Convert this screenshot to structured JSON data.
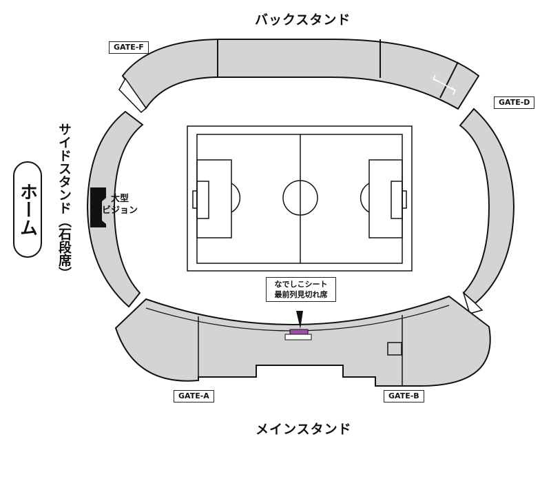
{
  "stands": {
    "back": "バックスタンド",
    "main": "メインスタンド",
    "side": "サイドスタンド（石段席）"
  },
  "home_label": "ホーム",
  "gates": {
    "f": "GATE-F",
    "d": "GATE-D",
    "a": "GATE-A",
    "b": "GATE-B"
  },
  "screen_label": {
    "line1": "大型",
    "line2": "ビジョン"
  },
  "callout": {
    "line1": "なでしこシート",
    "line2": "最前列見切れ席"
  },
  "colors": {
    "stand_fill": "#d4d4d4",
    "line": "#111111",
    "highlight_seat": "#9b4fa6",
    "screen": "#111111"
  },
  "icons": {
    "direction_arrow": "double-headed-arrow"
  }
}
